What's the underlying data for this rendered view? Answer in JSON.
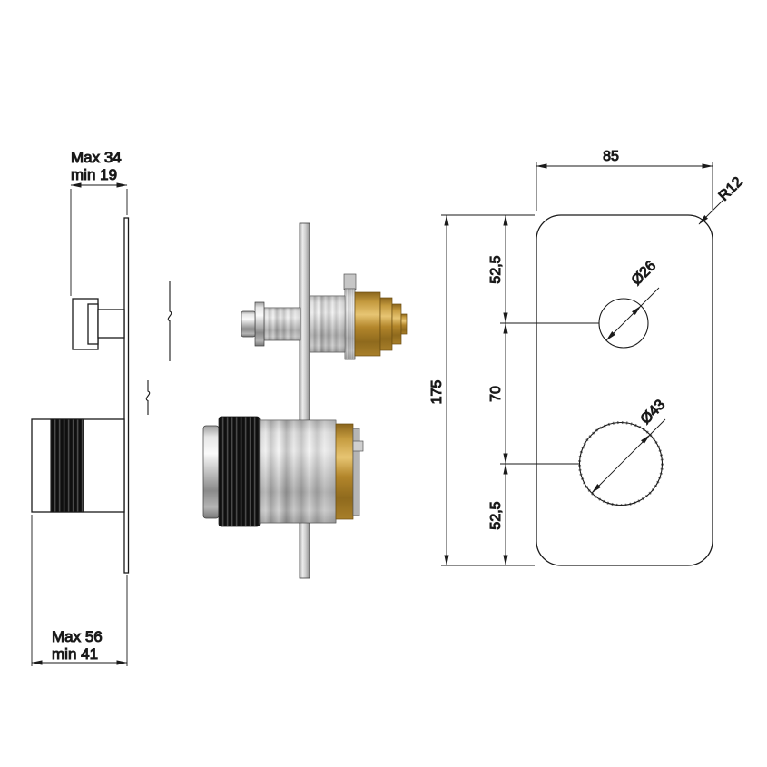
{
  "side_view": {
    "dim_top": {
      "line1": "Max 34",
      "line2": "min 19"
    },
    "dim_bottom": {
      "line1": "Max 56",
      "line2": "min 41"
    }
  },
  "front_view": {
    "dim_width": "85",
    "dim_height": "175",
    "dim_corner": "R12",
    "dim_top_offset": "52,5",
    "dim_spacing": "70",
    "dim_bottom_offset": "52,5",
    "dim_small_hole": "Ø26",
    "dim_large_hole": "Ø43"
  },
  "colors": {
    "line": "#1a1a1a",
    "steel_light": "#f5f5f5",
    "steel_mid": "#b5b5b5",
    "steel_dark": "#6e6e6e",
    "brass": "#b3862b",
    "brass_light": "#e7c573",
    "brass_dark": "#8a651c",
    "knurl": "#191919"
  }
}
